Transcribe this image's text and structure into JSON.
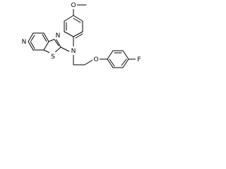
{
  "atoms": {
    "N_pyridine": "N",
    "N_thiazole": "N",
    "S_thiazole": "S",
    "N_amine": "N",
    "O_methoxy": "O",
    "O_ether": "O",
    "F": "F"
  },
  "colors": {
    "bond": "#000000",
    "label": "#000000",
    "background": "#ffffff"
  }
}
